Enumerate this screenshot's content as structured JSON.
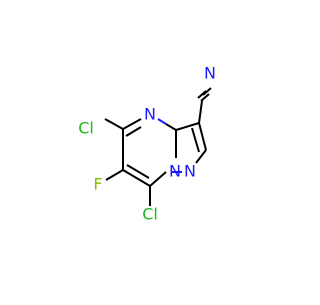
{
  "molecule": {
    "atoms": {
      "cl_top": "Cl",
      "cl_bottom": "Cl",
      "fluorine": "F",
      "n_ring_top": "N",
      "n_bridge": "N",
      "n_pyrazole": "N",
      "n_nitrile": "N"
    },
    "colors": {
      "chlorine": "#1fb61f",
      "fluorine": "#7fc200",
      "nitrogen": "#1a1aff",
      "carbon": "#000000"
    }
  }
}
